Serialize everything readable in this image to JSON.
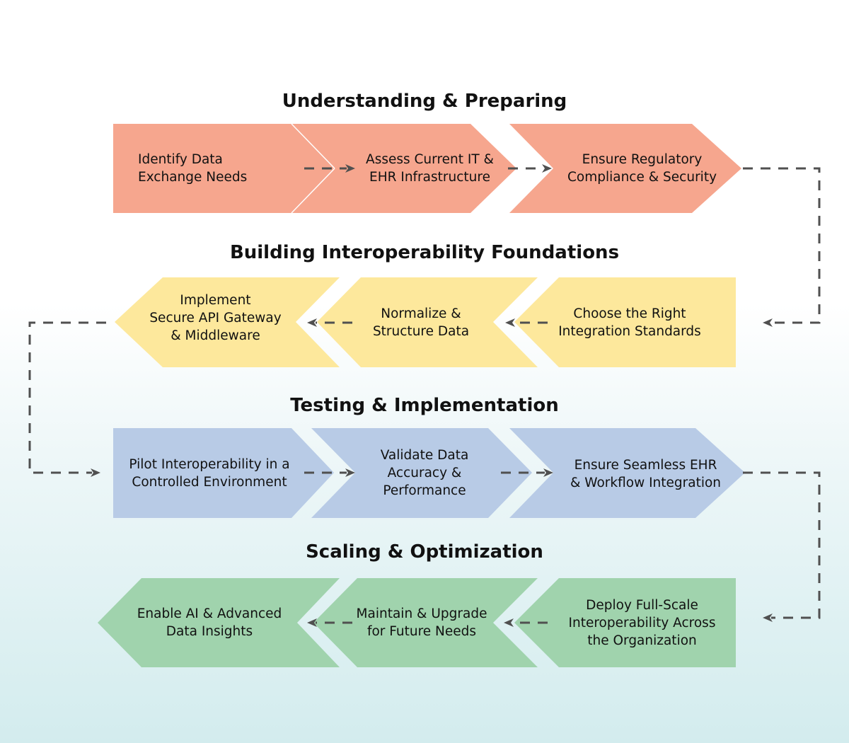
{
  "colors": {
    "stage1": "#f6a68e",
    "stage2": "#fde89c",
    "stage3": "#b8cbe6",
    "stage4": "#a0d3ad",
    "arrow": "#505050",
    "text": "#111111"
  },
  "stages": [
    {
      "title": "Understanding & Preparing",
      "steps": [
        {
          "label": "Identify Data\nExchange Needs"
        },
        {
          "label": "Assess Current IT &\nEHR Infrastructure"
        },
        {
          "label": "Ensure Regulatory\nCompliance & Security"
        }
      ]
    },
    {
      "title": "Building Interoperability Foundations",
      "steps": [
        {
          "label": "Choose the Right\nIntegration Standards"
        },
        {
          "label": "Normalize &\nStructure Data"
        },
        {
          "label": "Implement\nSecure API Gateway\n& Middleware"
        }
      ]
    },
    {
      "title": "Testing & Implementation",
      "steps": [
        {
          "label": "Pilot Interoperability in a\nControlled Environment"
        },
        {
          "label": "Validate Data\nAccuracy &\nPerformance"
        },
        {
          "label": "Ensure Seamless EHR\n& Workflow Integration"
        }
      ]
    },
    {
      "title": "Scaling & Optimization",
      "steps": [
        {
          "label": "Deploy Full-Scale\nInteroperability Across\nthe Organization"
        },
        {
          "label": "Maintain & Upgrade\nfor Future Needs"
        },
        {
          "label": "Enable AI & Advanced\nData Insights"
        }
      ]
    }
  ]
}
